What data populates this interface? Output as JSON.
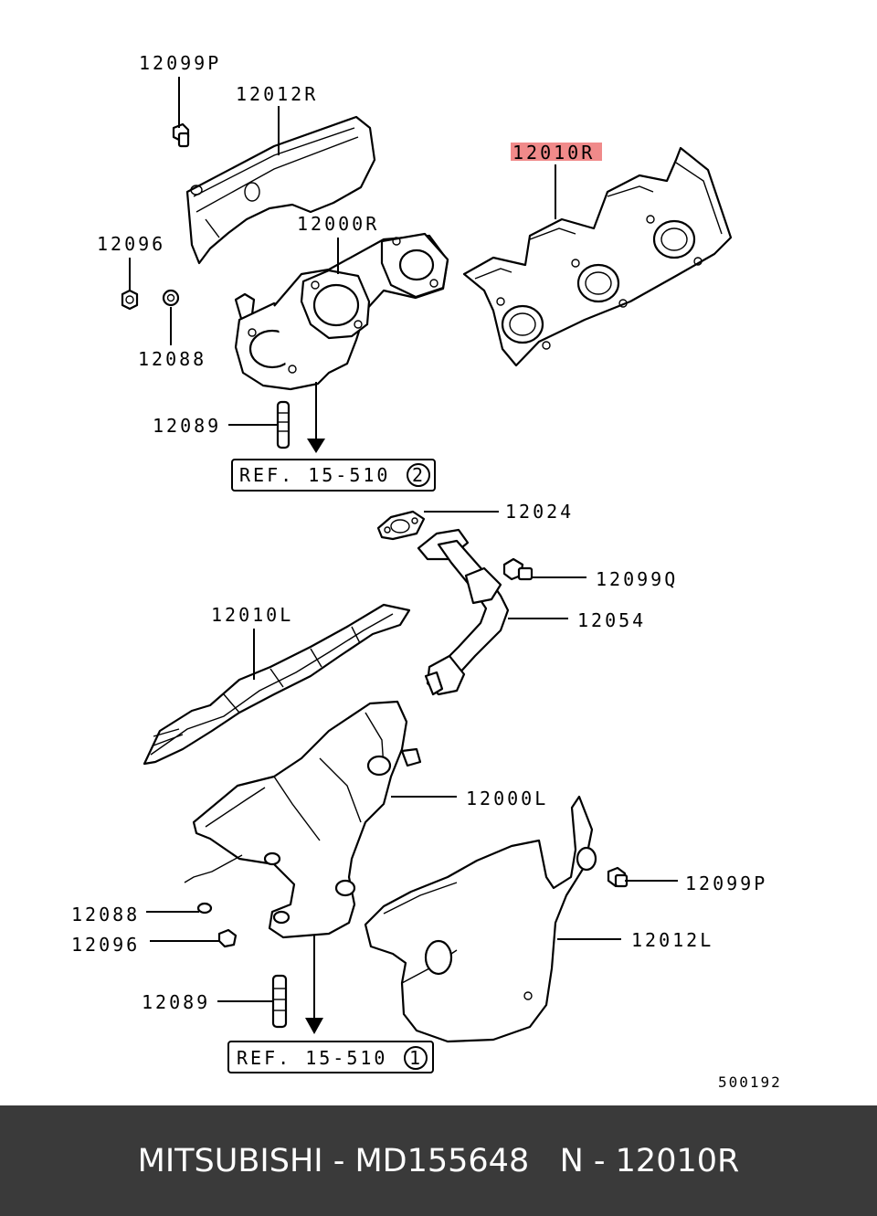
{
  "diagram": {
    "labels": {
      "p12099p_top": "12099P",
      "p12012r": "12012R",
      "p12010r": "12010R",
      "p12096_top": "12096",
      "p12000r": "12000R",
      "p12088_top": "12088",
      "p12089_top": "12089",
      "p12024": "12024",
      "p12099q": "12099Q",
      "p12054": "12054",
      "p12010l": "12010L",
      "p12000l": "12000L",
      "p12099p_bottom": "12099P",
      "p12088_bottom": "12088",
      "p12096_bottom": "12096",
      "p12012l": "12012L",
      "p12089_bottom": "12089",
      "code": "500192"
    },
    "refs": {
      "ref_top": {
        "text": "REF. 15-510",
        "num": "2"
      },
      "ref_bottom": {
        "text": "REF. 15-510",
        "num": "1"
      }
    },
    "highlight_color": "#f08a8a"
  },
  "footer": {
    "text": "MITSUBISHI - MD155648   N - 12010R"
  }
}
